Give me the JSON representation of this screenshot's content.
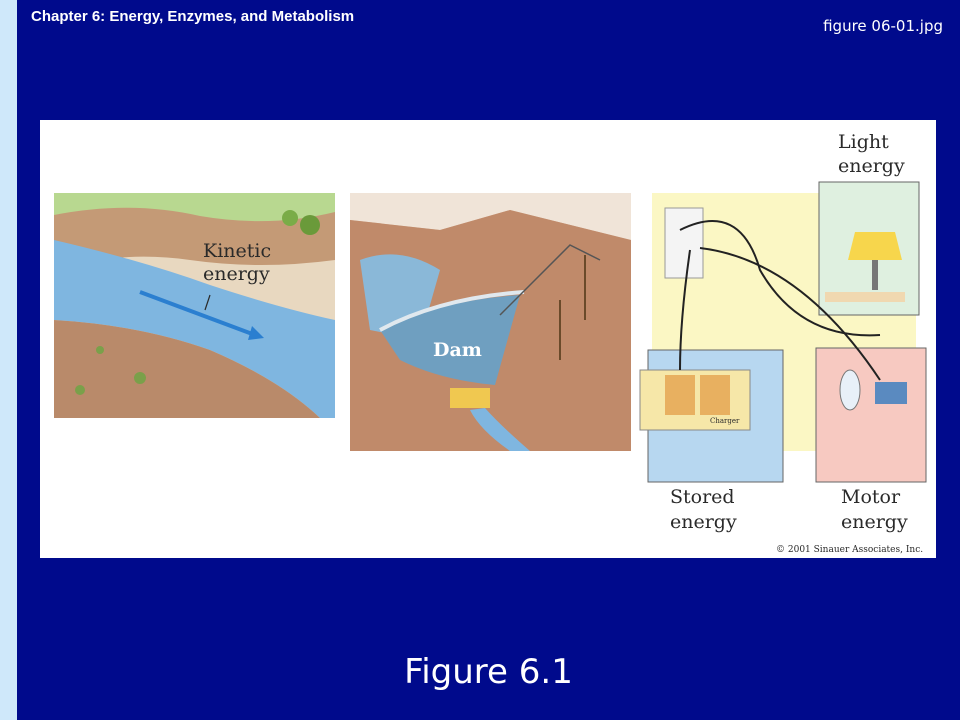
{
  "slide": {
    "chapter_title": "Chapter 6: Energy, Enzymes, and Metabolism",
    "file_name": "figure 06-01.jpg",
    "caption": "Figure 6.1"
  },
  "figure": {
    "kinetic_label_1": "Kinetic",
    "kinetic_label_2": "energy",
    "dam_label": "Dam",
    "light_label_1": "Light",
    "light_label_2": "energy",
    "stored_label_1": "Stored",
    "stored_label_2": "energy",
    "motor_label_1": "Motor",
    "motor_label_2": "energy",
    "charger_label": "Charger",
    "copyright": "© 2001 Sinauer Associates, Inc."
  },
  "colors": {
    "background": "#000a8c",
    "side_strip": "#cfe8fa",
    "river": "#7fb6e0",
    "land": "#b98a6a"
  }
}
